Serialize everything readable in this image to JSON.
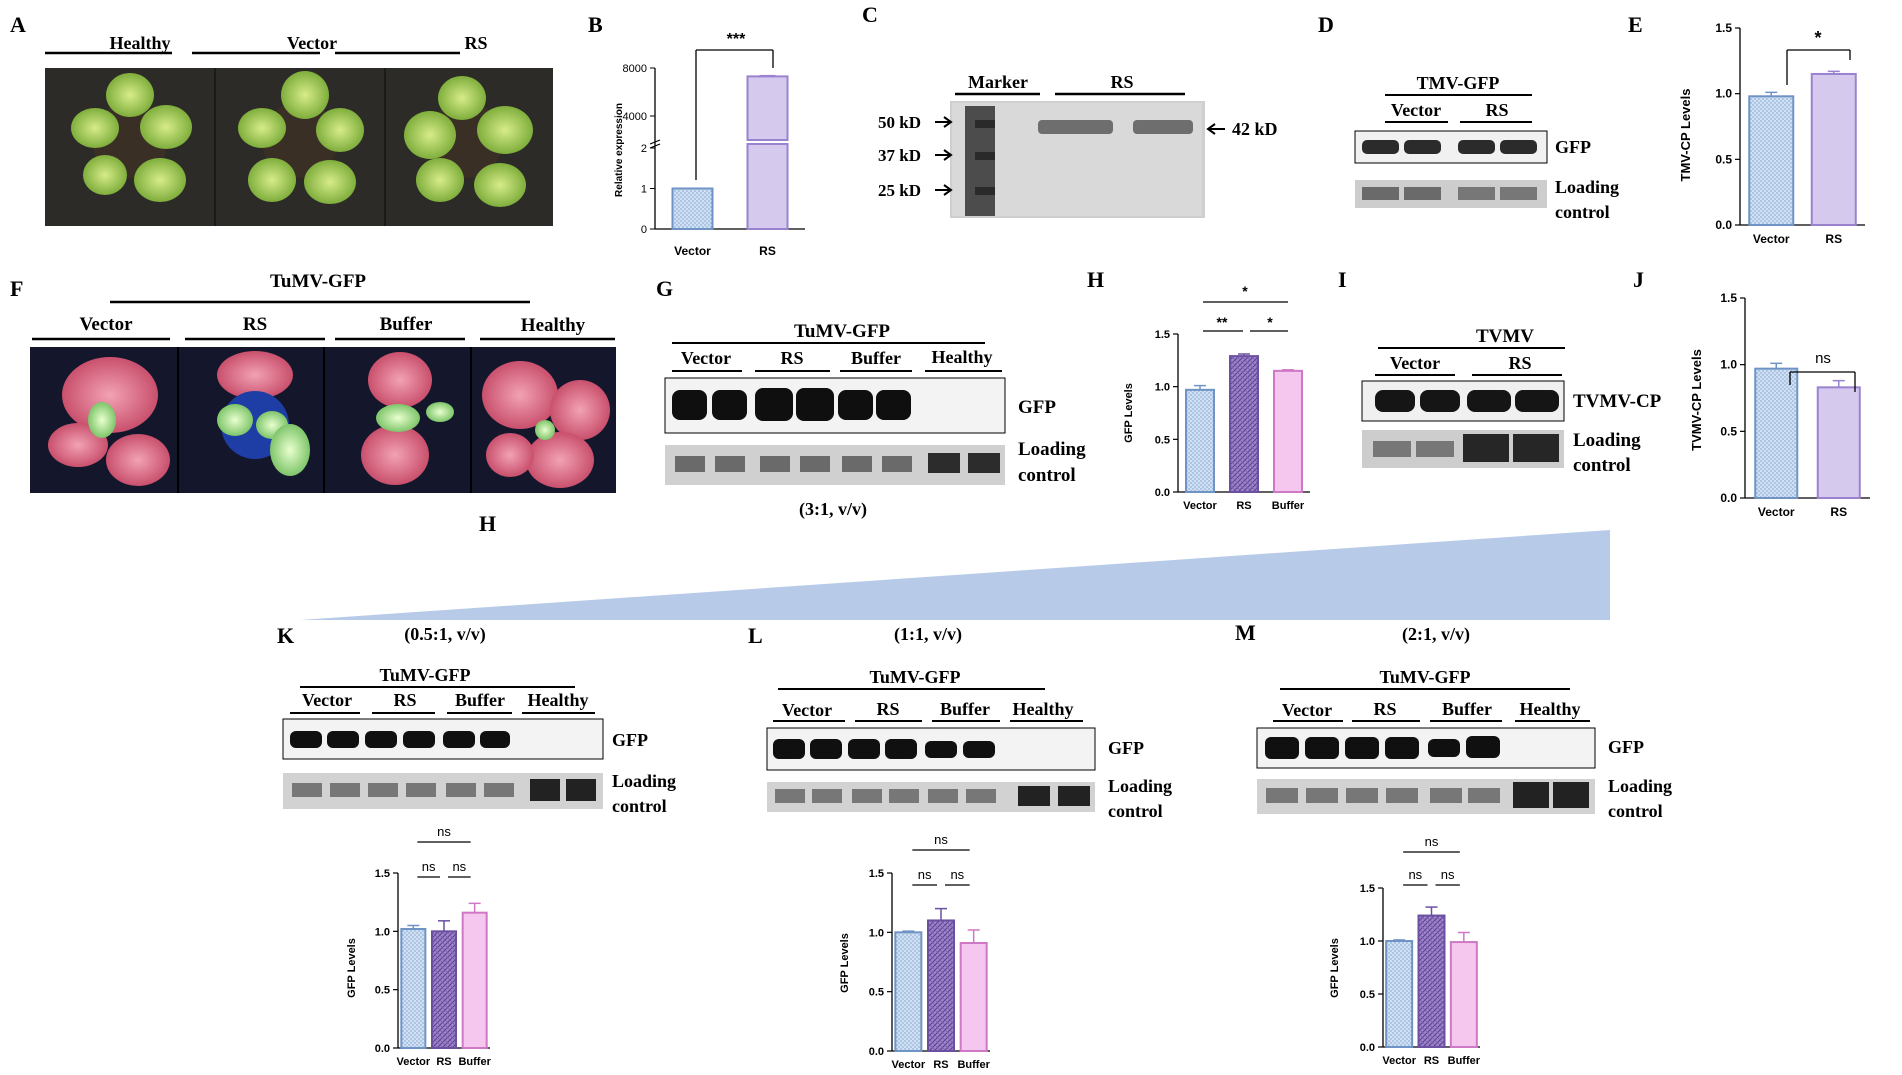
{
  "colors": {
    "vector_fill": "#cfe0f4",
    "vector_edge": "#6f93c4",
    "rs_fill": "#d6c9ee",
    "rs_edge": "#9a82cf",
    "rs_dark_fill": "#9e84c9",
    "rs_dark_edge": "#6b4fa0",
    "buffer_fill": "#f5c6ee",
    "buffer_edge": "#cf78c5",
    "wedge": "#b7cbe8",
    "blot_dark": "#0f0f0f",
    "blot_bg": "#f1f1f1",
    "gel_bg": "#d6d6d6"
  },
  "panels": {
    "A": {
      "letter": "A",
      "labels": [
        "Healthy",
        "Vector",
        "RS"
      ]
    },
    "B": {
      "letter": "B",
      "sig": "***"
    },
    "C": {
      "letter": "C",
      "header_marker": "Marker",
      "header_rs": "RS",
      "markers": [
        "50 kD",
        "37 kD",
        "25 kD"
      ],
      "band": "42 kD"
    },
    "D": {
      "letter": "D",
      "title": "TMV-GFP",
      "groups": [
        "Vector",
        "RS"
      ],
      "row1": "GFP",
      "row2a": "Loading",
      "row2b": "control"
    },
    "E": {
      "letter": "E",
      "sig": "*"
    },
    "F": {
      "letter": "F",
      "title": "TuMV-GFP",
      "labels": [
        "Vector",
        "RS",
        "Buffer",
        "Healthy"
      ]
    },
    "G": {
      "letter": "G",
      "title": "TuMV-GFP",
      "groups": [
        "Vector",
        "RS",
        "Buffer",
        "Healthy"
      ],
      "row1": "GFP",
      "row2a": "Loading",
      "row2b": "control",
      "ratio": "(3:1, v/v)"
    },
    "H": {
      "letter": "H",
      "sig_top": "*",
      "sig_left": "**",
      "sig_right": "*"
    },
    "H2": {
      "letter": "H"
    },
    "I": {
      "letter": "I",
      "title": "TVMV",
      "groups": [
        "Vector",
        "RS"
      ],
      "row1": "TVMV-CP",
      "row2a": "Loading",
      "row2b": "control"
    },
    "J": {
      "letter": "J",
      "sig": "ns"
    },
    "K": {
      "letter": "K",
      "ratio": "(0.5:1, v/v)",
      "title": "TuMV-GFP",
      "groups": [
        "Vector",
        "RS",
        "Buffer",
        "Healthy"
      ],
      "row1": "GFP",
      "row2a": "Loading",
      "row2b": "control",
      "sig": [
        "ns",
        "ns",
        "ns"
      ]
    },
    "L": {
      "letter": "L",
      "ratio": "(1:1, v/v)",
      "title": "TuMV-GFP",
      "groups": [
        "Vector",
        "RS",
        "Buffer",
        "Healthy"
      ],
      "row1": "GFP",
      "row2a": "Loading",
      "row2b": "control",
      "sig": [
        "ns",
        "ns",
        "ns"
      ]
    },
    "M": {
      "letter": "M",
      "ratio": "(2:1, v/v)",
      "title": "TuMV-GFP",
      "groups": [
        "Vector",
        "RS",
        "Buffer",
        "Healthy"
      ],
      "row1": "GFP",
      "row2a": "Loading",
      "row2b": "control",
      "sig": [
        "ns",
        "ns",
        "ns"
      ]
    }
  },
  "chart_data": [
    {
      "id": "B",
      "type": "bar",
      "categories": [
        "Vector",
        "RS"
      ],
      "values": [
        1,
        7300
      ],
      "errors": [
        0,
        60
      ],
      "ylabel": "Relative expression",
      "yaxis_broken": true,
      "lower_ticks": [
        0,
        1,
        2
      ],
      "upper_ticks": [
        4000,
        8000
      ]
    },
    {
      "id": "E",
      "type": "bar",
      "categories": [
        "Vector",
        "RS"
      ],
      "values": [
        0.98,
        1.15
      ],
      "errors": [
        0.03,
        0.02
      ],
      "ylabel": "TMV-CP Levels",
      "ylim": [
        0,
        1.5
      ],
      "yticks": [
        "0.0",
        "0.5",
        "1.0",
        "1.5"
      ]
    },
    {
      "id": "H",
      "type": "bar",
      "categories": [
        "Vector",
        "RS",
        "Buffer"
      ],
      "values": [
        0.97,
        1.29,
        1.15
      ],
      "errors": [
        0.04,
        0.02,
        0.01
      ],
      "ylabel": "GFP Levels",
      "ylim": [
        0,
        1.5
      ],
      "yticks": [
        "0.0",
        "0.5",
        "1.0",
        "1.5"
      ]
    },
    {
      "id": "J",
      "type": "bar",
      "categories": [
        "Vector",
        "RS"
      ],
      "values": [
        0.97,
        0.83
      ],
      "errors": [
        0.04,
        0.05
      ],
      "ylabel": "TVMV-CP Levels",
      "ylim": [
        0,
        1.5
      ],
      "yticks": [
        "0.0",
        "0.5",
        "1.0",
        "1.5"
      ]
    },
    {
      "id": "K",
      "type": "bar",
      "categories": [
        "Vector",
        "RS",
        "Buffer"
      ],
      "values": [
        1.02,
        1.0,
        1.16
      ],
      "errors": [
        0.03,
        0.09,
        0.08
      ],
      "ylabel": "GFP Levels",
      "ylim": [
        0,
        1.5
      ],
      "yticks": [
        "0.0",
        "0.5",
        "1.0",
        "1.5"
      ]
    },
    {
      "id": "L",
      "type": "bar",
      "categories": [
        "Vector",
        "RS",
        "Buffer"
      ],
      "values": [
        1.0,
        1.1,
        0.91
      ],
      "errors": [
        0.01,
        0.1,
        0.11
      ],
      "ylabel": "GFP Levels",
      "ylim": [
        0,
        1.5
      ],
      "yticks": [
        "0.0",
        "0.5",
        "1.0",
        "1.5"
      ]
    },
    {
      "id": "M",
      "type": "bar",
      "categories": [
        "Vector",
        "RS",
        "Buffer"
      ],
      "values": [
        1.0,
        1.24,
        0.99
      ],
      "errors": [
        0.01,
        0.08,
        0.09
      ],
      "ylabel": "GFP Levels",
      "ylim": [
        0,
        1.5
      ],
      "yticks": [
        "0.0",
        "0.5",
        "1.0",
        "1.5"
      ]
    }
  ]
}
